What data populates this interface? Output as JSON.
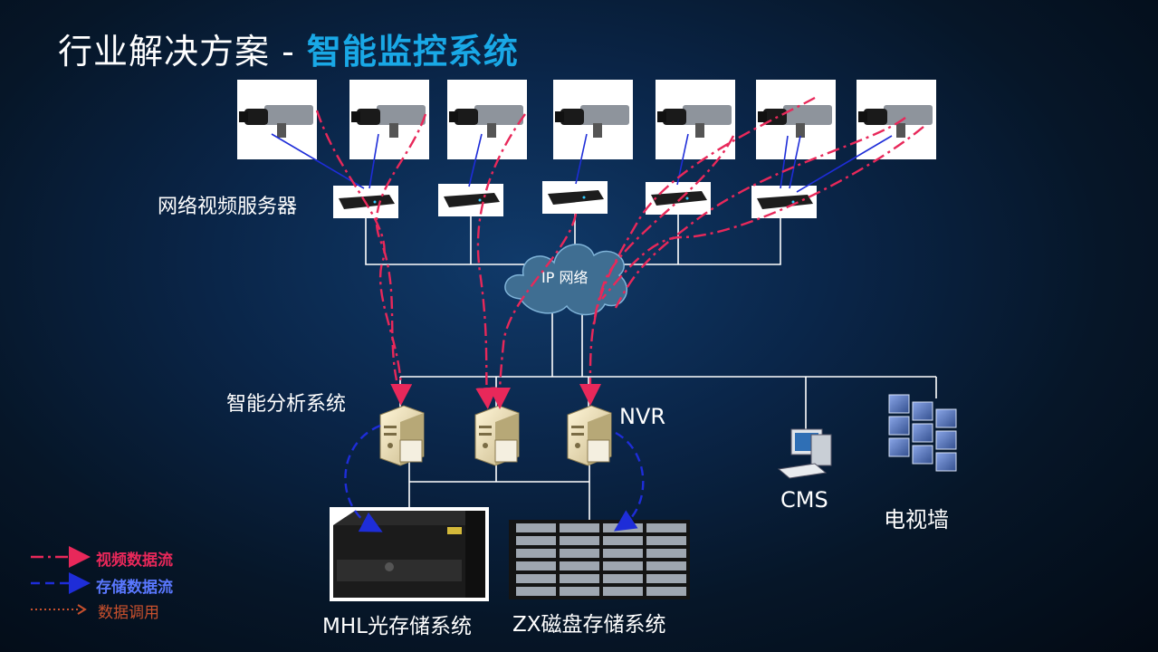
{
  "title": {
    "main": "行业解决方案 - ",
    "highlight": "智能监控系统"
  },
  "labels": {
    "encoder": "网络视频服务器",
    "ip_network": "IP 网络",
    "analysis": "智能分析系统",
    "nvr": "NVR",
    "cms": "CMS",
    "video_wall": "电视墙",
    "mhl": "MHL光存储系统",
    "zx": "ZX磁盘存储系统"
  },
  "legend": {
    "video": "视频数据流",
    "storage": "存储数据流",
    "call": "数据调用"
  },
  "colors": {
    "video": "#e8285a",
    "storage": "#1e2dd8",
    "call": "#c8502d",
    "accent": "#19a8e6"
  }
}
